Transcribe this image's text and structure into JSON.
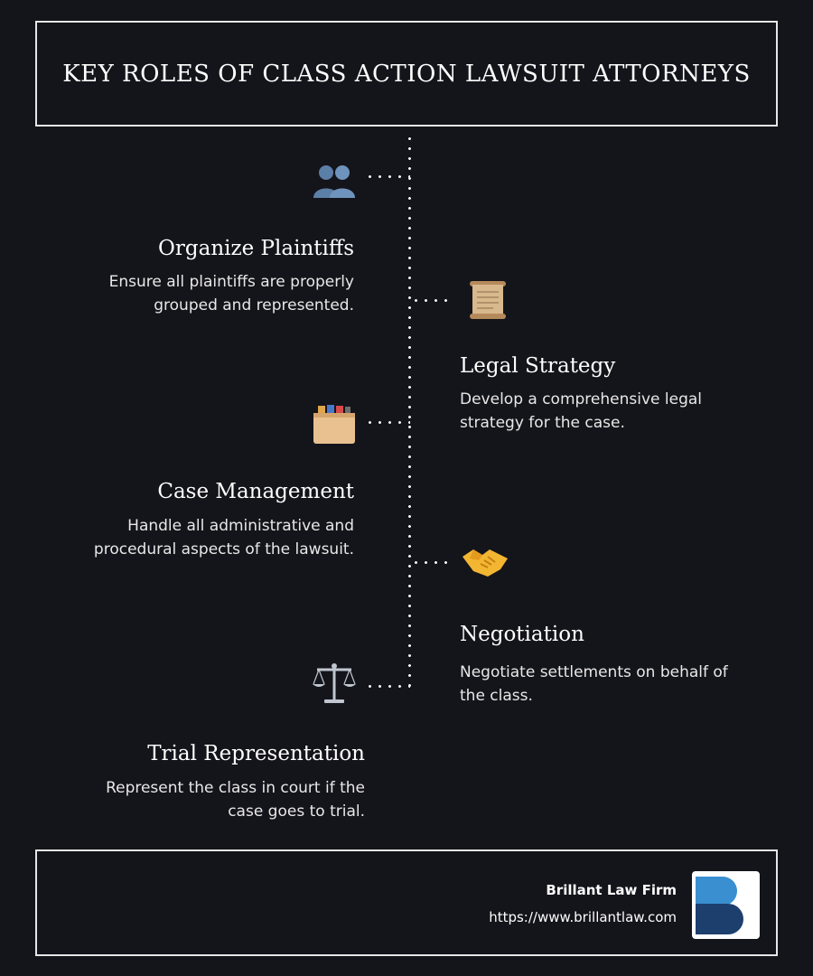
{
  "title": "KEY ROLES OF CLASS ACTION LAWSUIT ATTORNEYS",
  "items": [
    {
      "title": "Organize Plaintiffs",
      "desc1": "Ensure all plaintiffs are properly",
      "desc2": "grouped and represented.",
      "icon": "people-icon",
      "side": "left"
    },
    {
      "title": "Legal Strategy",
      "desc1": "Develop a comprehensive legal",
      "desc2": "strategy for the case.",
      "icon": "scroll-icon",
      "side": "right"
    },
    {
      "title": "Case Management",
      "desc1": "Handle all administrative and",
      "desc2": "procedural aspects of the lawsuit.",
      "icon": "card-file-box-icon",
      "side": "left"
    },
    {
      "title": "Negotiation",
      "desc1": "Negotiate settlements on behalf of",
      "desc2": "the class.",
      "icon": "handshake-icon",
      "side": "right"
    },
    {
      "title": "Trial Representation",
      "desc1": "Represent the class in court if the",
      "desc2": "case goes to trial.",
      "icon": "balance-scale-icon",
      "side": "left"
    }
  ],
  "footer": {
    "firm_name": "Brillant Law Firm",
    "url": "https://www.brillantlaw.com",
    "logo_icon": "brillant-b-logo"
  },
  "colors": {
    "background": "#14141b",
    "text": "#ffffff",
    "logo_light": "#3a8fd0",
    "logo_dark": "#1d3f6e"
  }
}
